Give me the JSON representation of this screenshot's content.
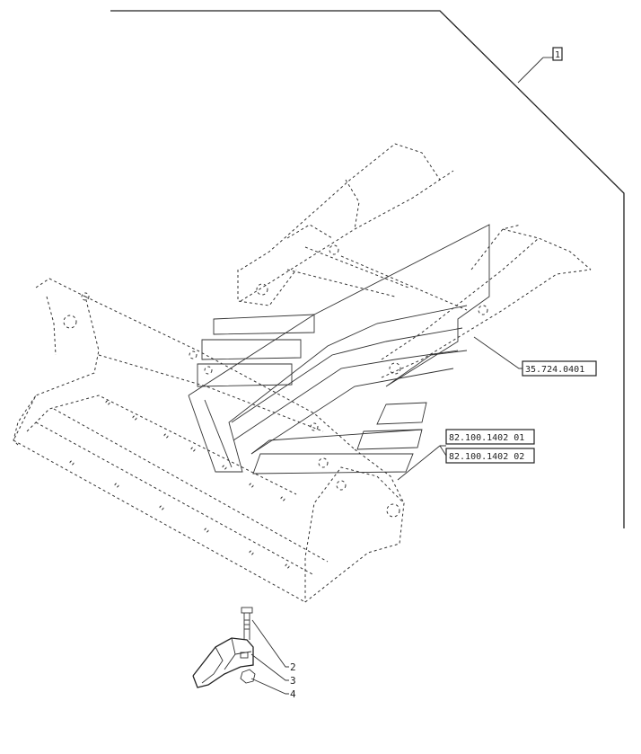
{
  "callouts": {
    "assembly_ref": "1",
    "bucket_ref": "35.724.0401",
    "tooth_ref_a": "82.100.1402 01",
    "tooth_ref_b": "82.100.1402 02"
  },
  "parts": {
    "part_2": "2",
    "part_3": "3",
    "part_4": "4"
  }
}
